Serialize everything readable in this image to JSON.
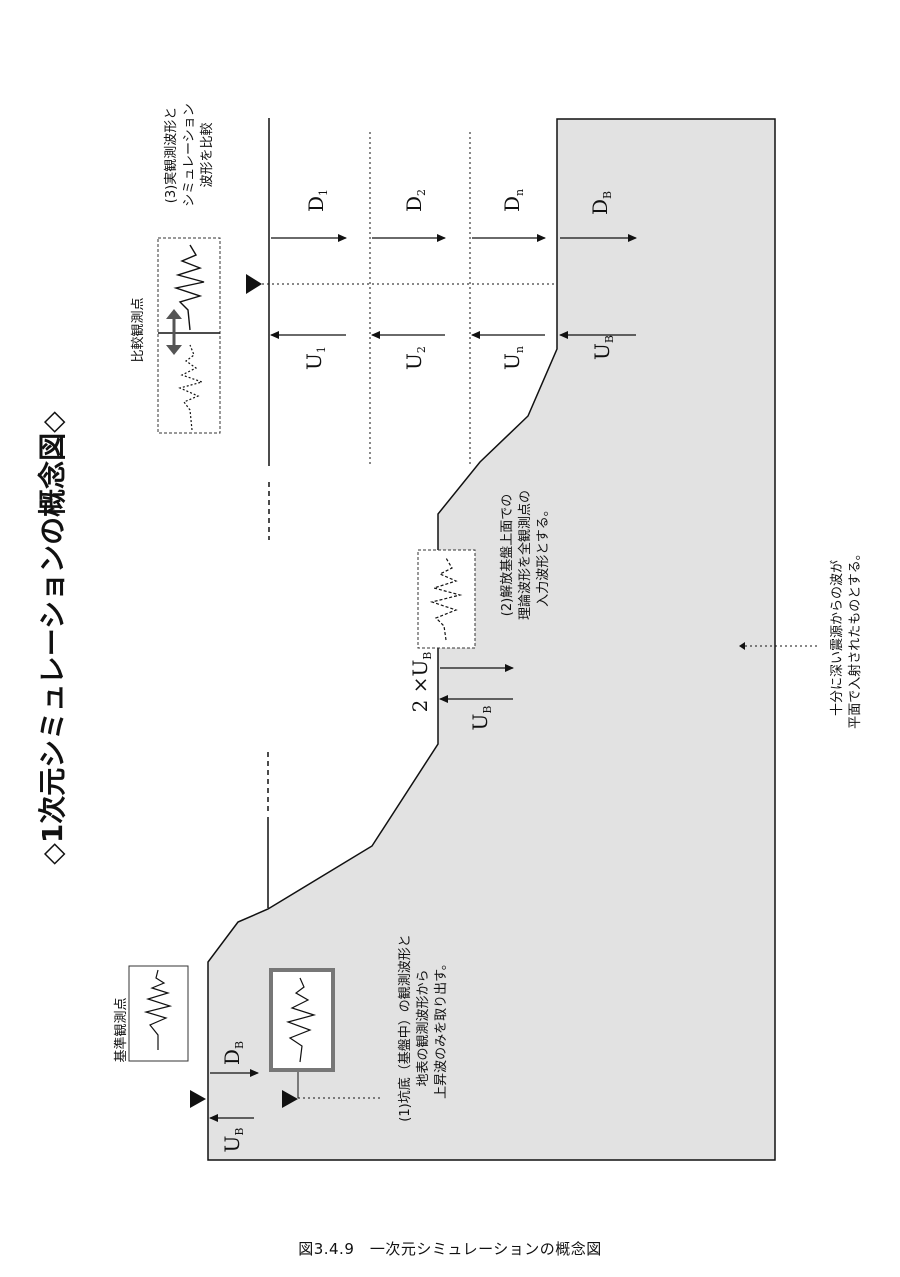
{
  "title": "◇1次元シミュレーションの概念図◇",
  "caption": "図3.4.9　一次元シミュレーションの概念図",
  "labels": {
    "reference_point": "基準観測点",
    "comparison_point": "比較観測点",
    "note1_line1": "(1)坑底（基盤中）の観測波形と",
    "note1_line2": "地表の観測波形から",
    "note1_line3": "上昇波のみを取り出す。",
    "note2_line1": "(2)解放基盤上面での",
    "note2_line2": "理論波形を全観測点の",
    "note2_line3": "入力波形とする。",
    "note3_line1": "(3)実観測波形と",
    "note3_line2": "シミュレーション",
    "note3_line3": "波形を比較",
    "note4_line1": "十分に深い震源からの波が",
    "note4_line2": "平面で入射されたものとする。"
  },
  "waves": {
    "U": "U",
    "D": "D",
    "sub_B": "B",
    "sub_1": "1",
    "sub_2": "2",
    "sub_n": "n",
    "two_times": "2 ×U",
    "two_times_sub": "B"
  },
  "colors": {
    "ground_fill": "#e2e2e2",
    "line": "#111111",
    "background": "#ffffff"
  },
  "icons": [
    "marker-triangle-icon",
    "double-arrow-icon",
    "waveform-icon"
  ]
}
